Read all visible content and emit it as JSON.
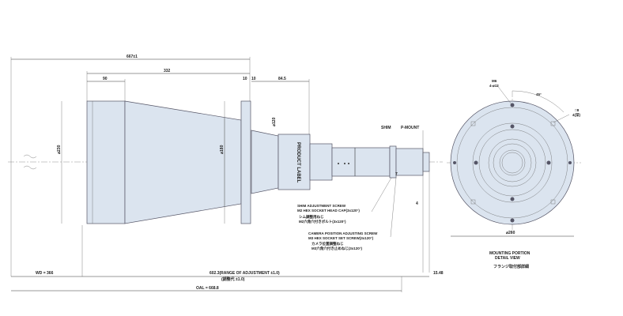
{
  "side_view": {
    "overall_length": "667±1",
    "dim_332": "332",
    "dim_90": "90",
    "dim_10a": "10",
    "dim_10b": "10",
    "dim_84_5": "84.5",
    "dia_120": "⌀120",
    "dia_230": "⌀230",
    "dia_180": "⌀180",
    "product_label": "PRODUCT LABEL",
    "shim": "SHIM",
    "p_mount": "P-MOUNT",
    "dim_4": "4",
    "dim_7": "7",
    "shim_screw_1": "SHIM ADJUSTMENT SCREW",
    "shim_screw_2": "M2 HEX SOCKET HEAD CAP(3x120°)",
    "shim_screw_jp1": "シム調整用ねじ",
    "shim_screw_jp2": "M2六角穴付きボルト(3x120°)",
    "cam_screw_1": "CAMERA POSITION ADJUSTING SCREW",
    "cam_screw_2": "M3 HEX SOCKET SET SCREW(3x120°)",
    "cam_screw_jp1": "カメラ位置調整ねじ",
    "cam_screw_jp2": "M3六角穴付き止めねじ(3x120°)",
    "wd": "WD = 366",
    "range": "602.3(RANGE OF ADJUSTMENT ±1.0)",
    "range_jp": "(調整代 ±1.0)",
    "oal": "OAL = 668.8",
    "dim_15_48": "15.48"
  },
  "detail_view": {
    "hole_label_1": "M6",
    "hole_label_2": "4-⌀12",
    "angle": "45°",
    "hole_right_1": "□8",
    "hole_right_2": "4(深)",
    "diameter": "⌀260",
    "title": "MOUNTING PORTION",
    "title2": "DETAIL VIEW",
    "title_jp": "フランジ取付部詳細"
  }
}
